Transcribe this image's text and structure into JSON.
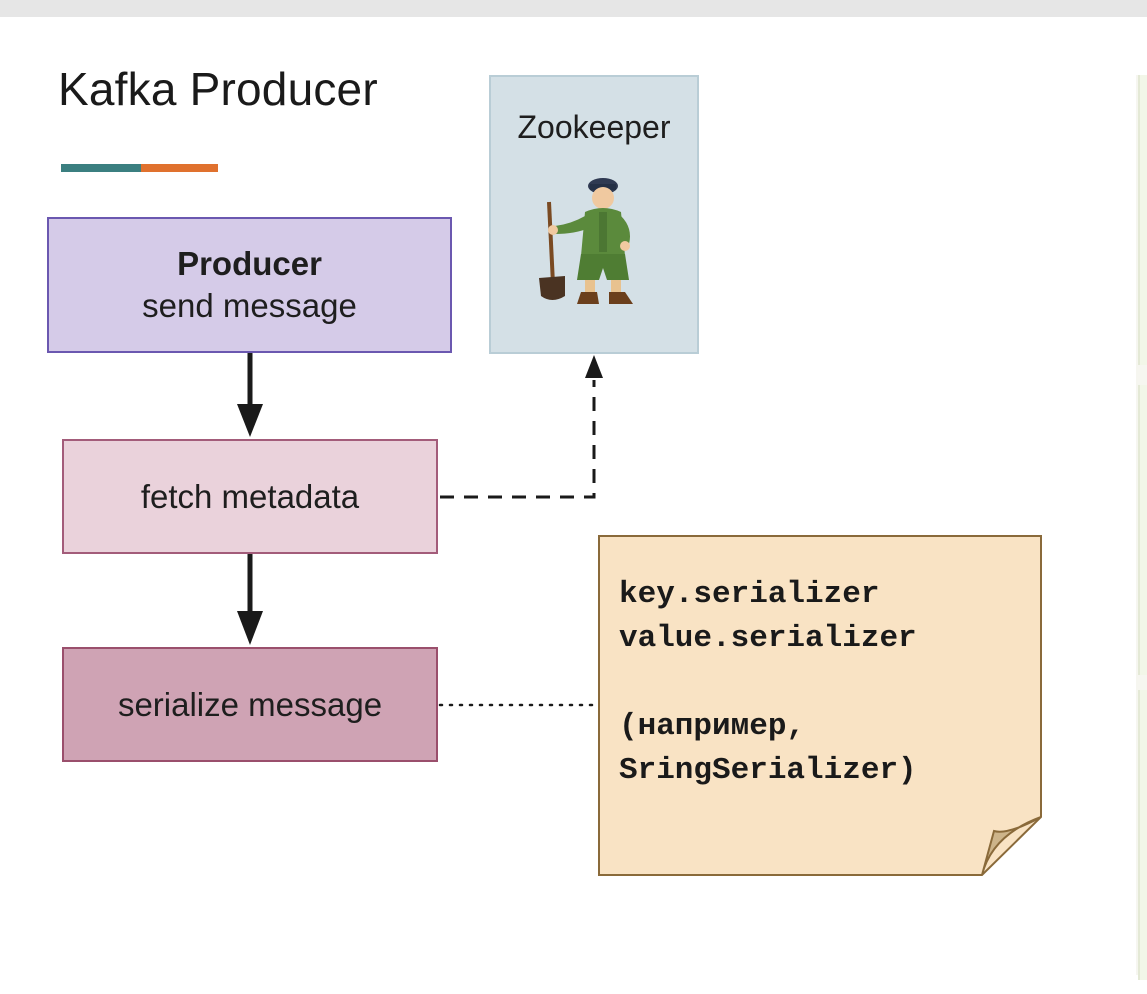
{
  "title": "Kafka Producer",
  "colors": {
    "accent_teal": "#3b7f80",
    "accent_orange": "#e0712e",
    "producer_fill": "#d5cbe8",
    "fetch_fill": "#ead2db",
    "serialize_fill": "#cfa3b4",
    "zookeeper_fill": "#d4e0e6",
    "note_fill": "#f9e3c4"
  },
  "producer": {
    "title": "Producer",
    "subtitle": "send message"
  },
  "fetch": {
    "label": "fetch metadata"
  },
  "serialize": {
    "label": "serialize message"
  },
  "zookeeper": {
    "label": "Zookeeper",
    "figure_icon": "zookeeper-character-icon"
  },
  "note": {
    "lines": [
      "key.serializer",
      "value.serializer",
      "",
      "(например,",
      "SringSerializer)"
    ]
  }
}
